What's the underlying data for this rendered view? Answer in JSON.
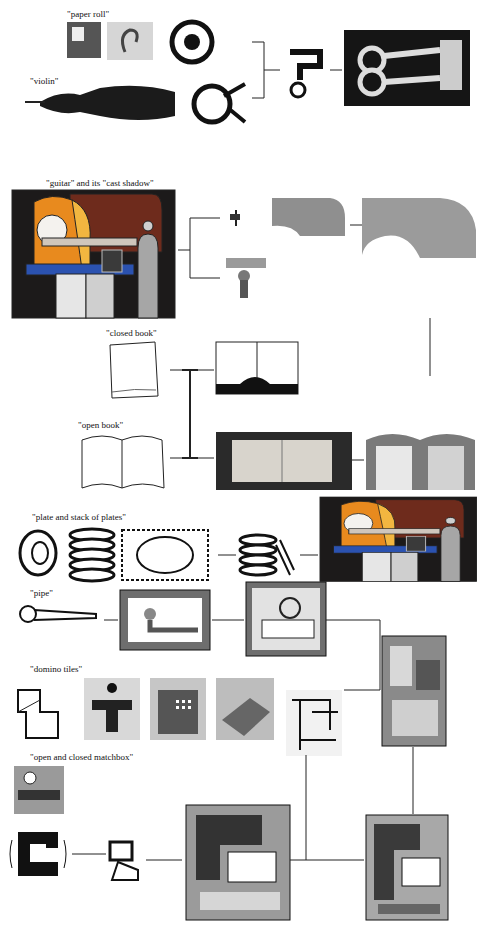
{
  "diagram": {
    "nodes": [
      {
        "text": [
          "\"paper roll\""
        ]
      },
      {
        "text": [
          "\"violin\""
        ]
      },
      {
        "text": [
          "\"guitar\" and its \"cast shadow\""
        ]
      },
      {
        "text": [
          "\"closed book\""
        ]
      },
      {
        "text": [
          "\"open book\""
        ]
      },
      {
        "text": [
          "\"plate and stack of plates\""
        ]
      },
      {
        "text": [
          "\"pipe\""
        ]
      },
      {
        "text": [
          "\"domino tiles\""
        ]
      },
      {
        "text": [
          "\"open and closed matchbox\""
        ]
      }
    ]
  }
}
